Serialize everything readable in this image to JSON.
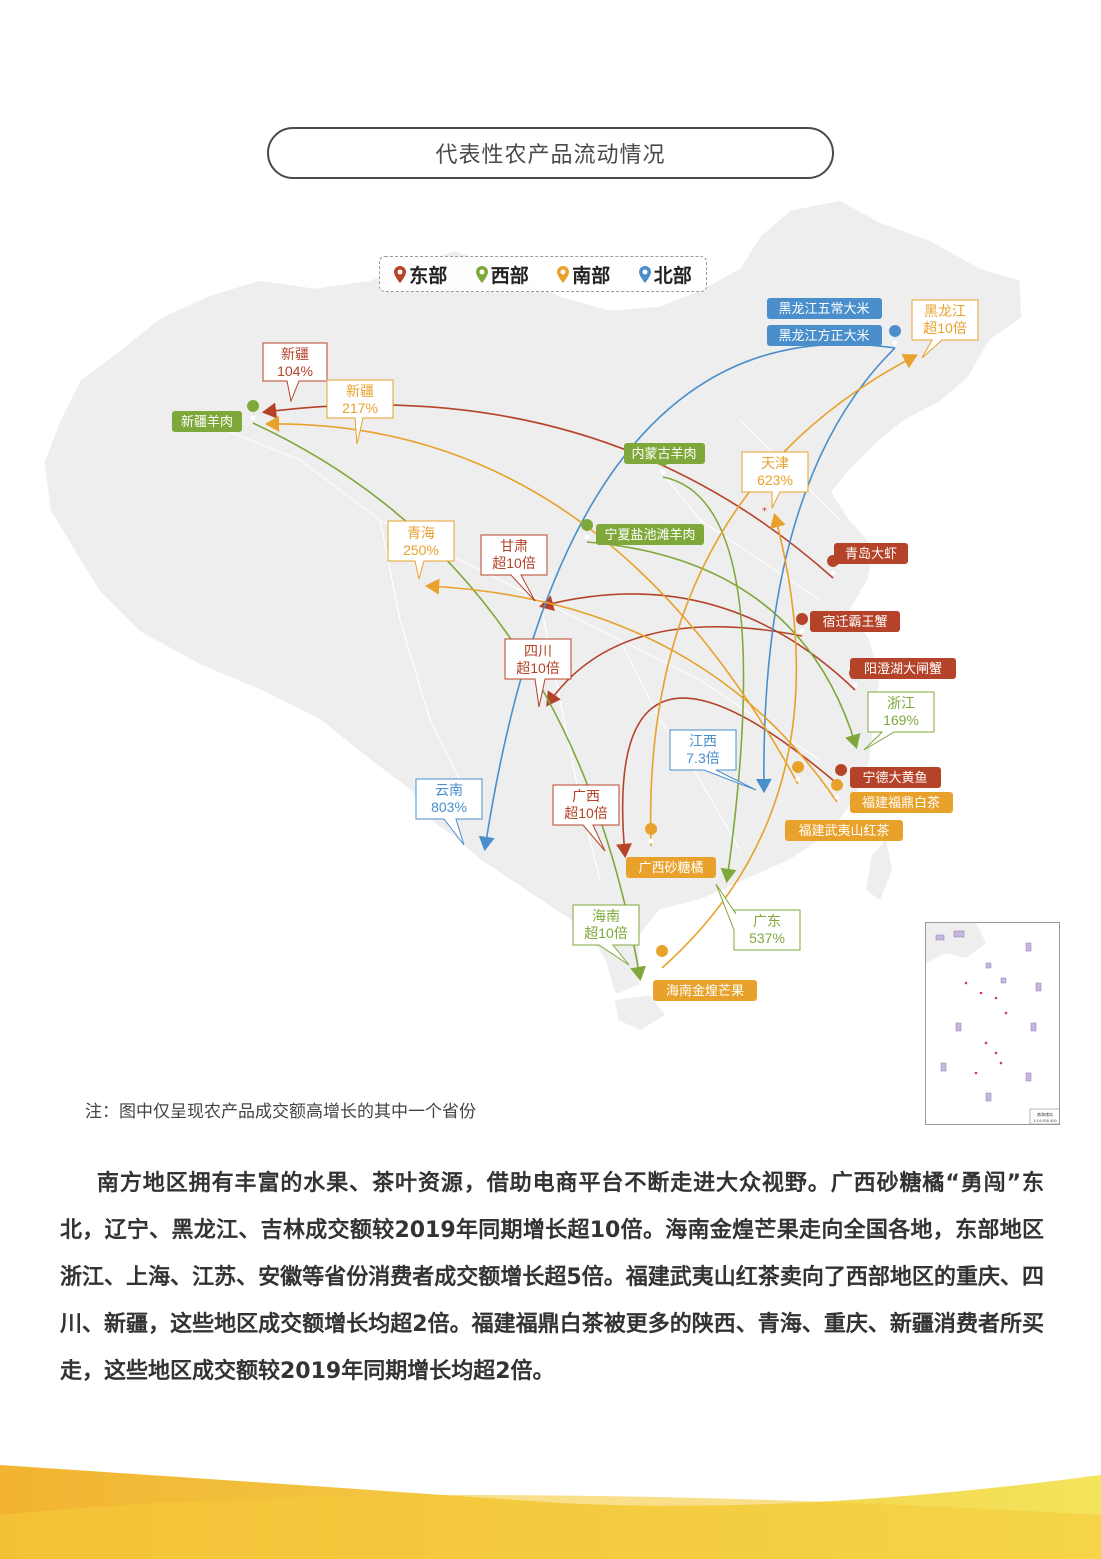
{
  "title": "代表性农产品流动情况",
  "legend": [
    {
      "label": "东部",
      "color": "#b5432a"
    },
    {
      "label": "西部",
      "color": "#7fa83a"
    },
    {
      "label": "南部",
      "color": "#e8a22c"
    },
    {
      "label": "北部",
      "color": "#4a8fcc"
    }
  ],
  "origins": [
    {
      "name": "新疆羊肉",
      "group": "西部"
    },
    {
      "name": "内蒙古羊肉",
      "group": "西部"
    },
    {
      "name": "宁夏盐池滩羊肉",
      "group": "西部"
    },
    {
      "name": "黑龙江五常大米",
      "group": "北部"
    },
    {
      "name": "黑龙江方正大米",
      "group": "北部"
    },
    {
      "name": "青岛大虾",
      "group": "东部"
    },
    {
      "name": "宿迁霸王蟹",
      "group": "东部"
    },
    {
      "name": "阳澄湖大闸蟹",
      "group": "东部"
    },
    {
      "name": "宁德大黄鱼",
      "group": "东部"
    },
    {
      "name": "福建福鼎白茶",
      "group": "南部"
    },
    {
      "name": "福建武夷山红茶",
      "group": "南部"
    },
    {
      "name": "广西砂糖橘",
      "group": "南部"
    },
    {
      "name": "海南金煌芒果",
      "group": "南部"
    }
  ],
  "destinations": [
    {
      "region": "新疆",
      "growth": "104%",
      "group": "东部"
    },
    {
      "region": "新疆",
      "growth": "217%",
      "group": "南部"
    },
    {
      "region": "青海",
      "growth": "250%",
      "group": "南部"
    },
    {
      "region": "甘肃",
      "growth": "超10倍",
      "group": "东部"
    },
    {
      "region": "四川",
      "growth": "超10倍",
      "group": "东部"
    },
    {
      "region": "云南",
      "growth": "803%",
      "group": "北部"
    },
    {
      "region": "广西",
      "growth": "超10倍",
      "group": "东部"
    },
    {
      "region": "海南",
      "growth": "超10倍",
      "group": "西部"
    },
    {
      "region": "广东",
      "growth": "537%",
      "group": "西部"
    },
    {
      "region": "江西",
      "growth": "7.3倍",
      "group": "北部"
    },
    {
      "region": "浙江",
      "growth": "169%",
      "group": "西部"
    },
    {
      "region": "天津",
      "growth": "623%",
      "group": "南部"
    },
    {
      "region": "黑龙江",
      "growth": "超10倍",
      "group": "南部"
    }
  ],
  "note": "注：图中仅呈现农产品成交额高增长的其中一个省份",
  "paragraph": "南方地区拥有丰富的水果、茶叶资源，借助电商平台不断走进大众视野。广西砂糖橘“勇闯”东北，辽宁、黑龙江、吉林成交额较2019年同期增长超10倍。海南金煌芒果走向全国各地，东部地区浙江、上海、江苏、安徽等省份消费者成交额增长超5倍。福建武夷山红茶卖向了西部地区的重庆、四川、新疆，这些地区成交额增长均超2倍。福建福鼎白茶被更多的陕西、青海、重庆、新疆消费者所买走，这些地区成交额较2019年同期增长均超2倍。",
  "inset": {
    "caption": "南海诸岛",
    "scale": "1:14 000 000"
  }
}
